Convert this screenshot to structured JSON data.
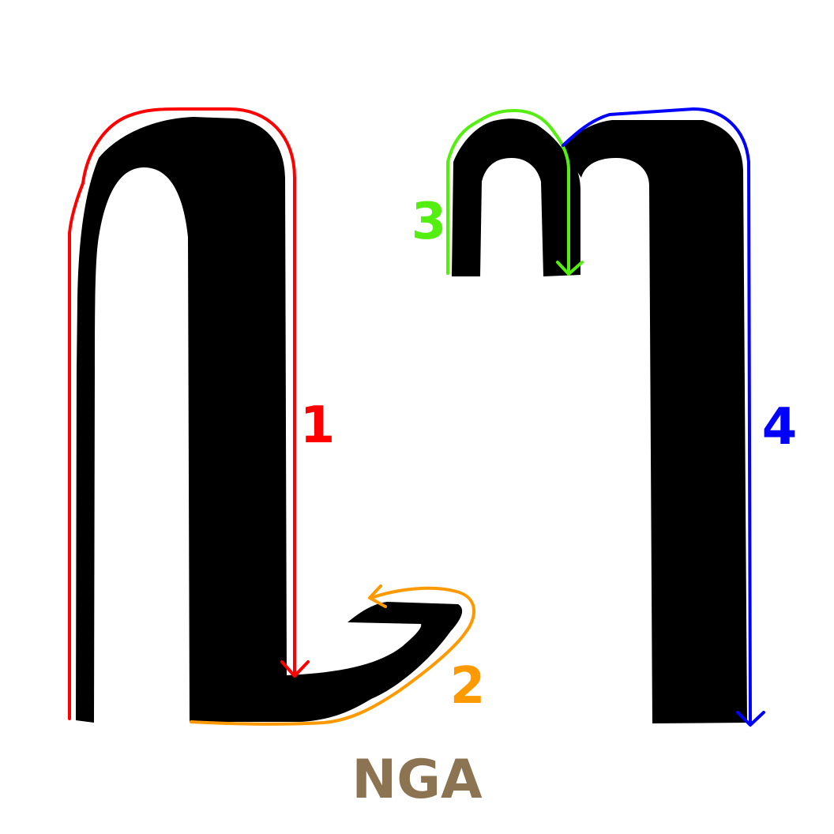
{
  "caption": {
    "text": "NGA",
    "color": "#8c7352"
  },
  "glyph": {
    "fill": "#000000"
  },
  "strokes": [
    {
      "number": "1",
      "color": "#ff0000"
    },
    {
      "number": "2",
      "color": "#ff9900"
    },
    {
      "number": "3",
      "color": "#55ee11"
    },
    {
      "number": "4",
      "color": "#0000ff"
    }
  ]
}
